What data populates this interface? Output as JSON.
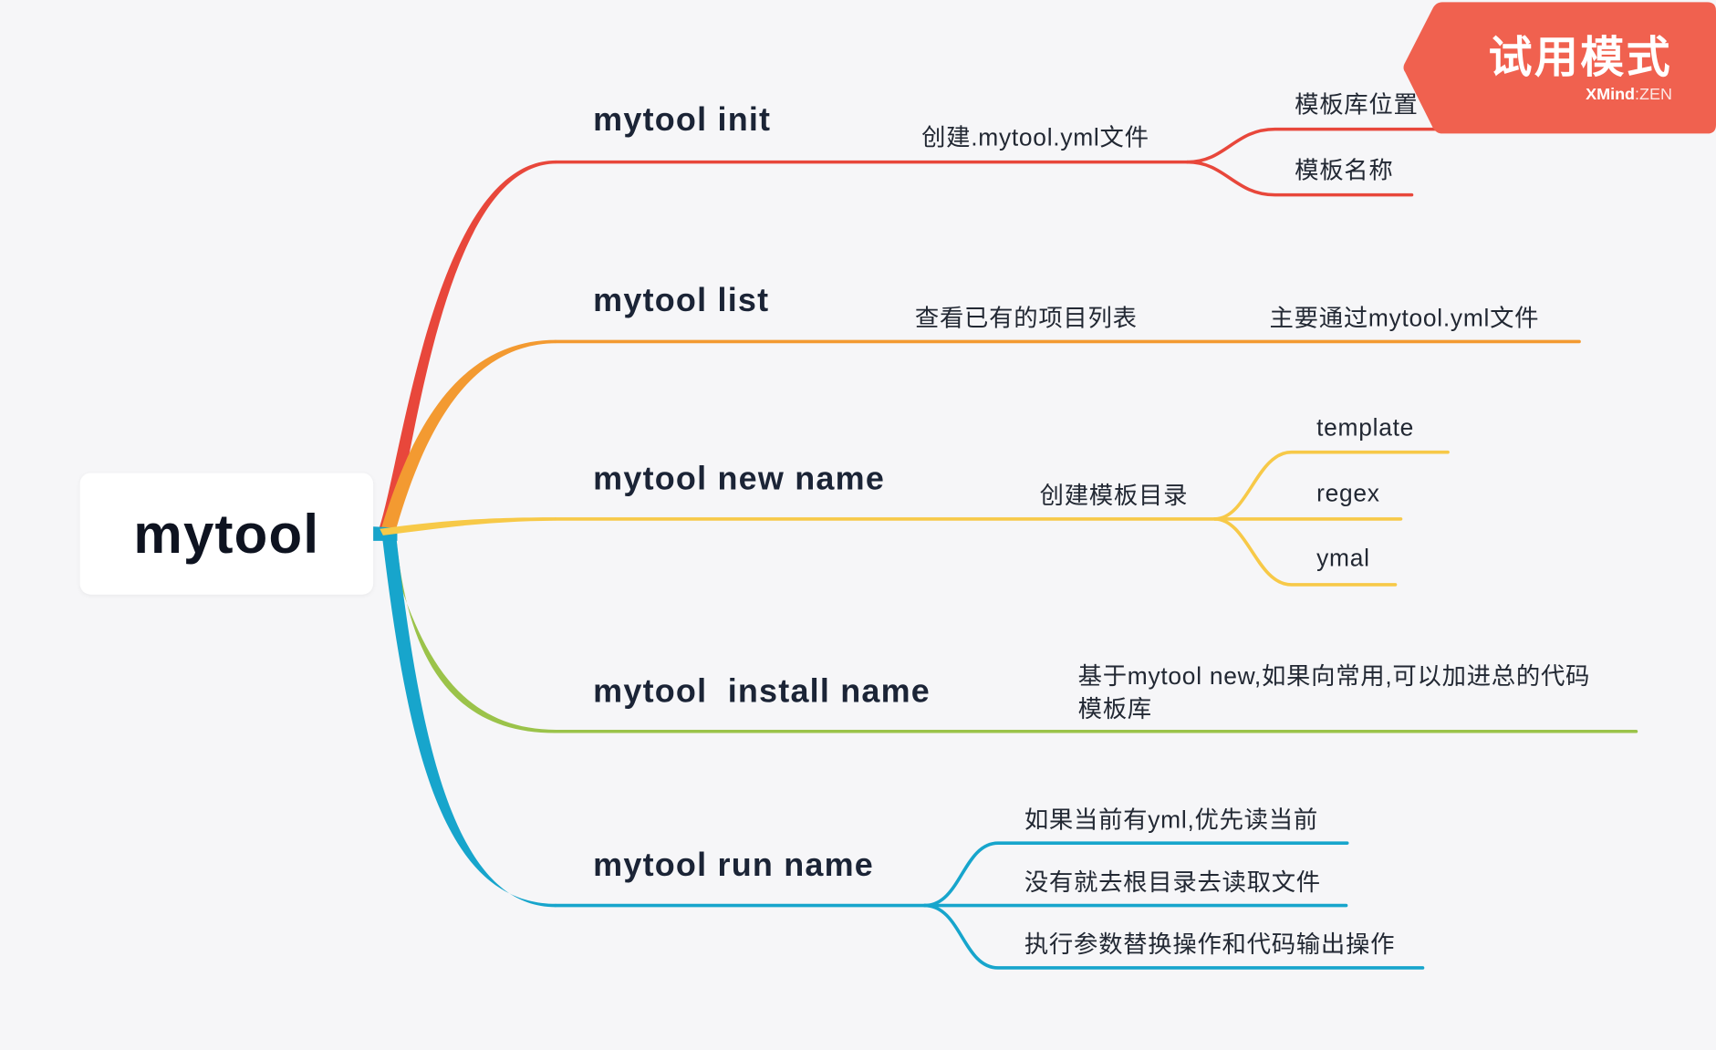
{
  "colors": {
    "background": "#f6f6f8",
    "root_box": "#ffffff"
  },
  "root": {
    "label": "mytool"
  },
  "branches": [
    {
      "label": "mytool init",
      "color": "#e8473b",
      "children": [
        {
          "label": "创建.mytool.yml文件",
          "children": [
            {
              "label": "模板库位置"
            },
            {
              "label": "模板名称"
            }
          ]
        }
      ]
    },
    {
      "label": "mytool list",
      "color": "#f39a31",
      "children": [
        {
          "label": "查看已有的项目列表",
          "children": [
            {
              "label": "主要通过mytool.yml文件"
            }
          ]
        }
      ]
    },
    {
      "label": "mytool new name",
      "color": "#f7c948",
      "children": [
        {
          "label": "创建模板目录",
          "children": [
            {
              "label": "template"
            },
            {
              "label": "regex"
            },
            {
              "label": "ymal"
            }
          ]
        }
      ]
    },
    {
      "label": "mytool  install name",
      "color": "#9bc34a",
      "children": [
        {
          "label_lines": [
            "基于mytool new,如果向常用,可以加进总的代码",
            "模板库"
          ]
        }
      ]
    },
    {
      "label": "mytool run name",
      "color": "#17a5cc",
      "children": [
        {
          "label": "如果当前有yml,优先读当前"
        },
        {
          "label": "没有就去根目录去读取文件"
        },
        {
          "label": "执行参数替换操作和代码输出操作"
        }
      ]
    }
  ],
  "watermark": {
    "title": "试用模式",
    "brand": "XMind",
    "edition": ":ZEN",
    "color": "#f0614f"
  }
}
